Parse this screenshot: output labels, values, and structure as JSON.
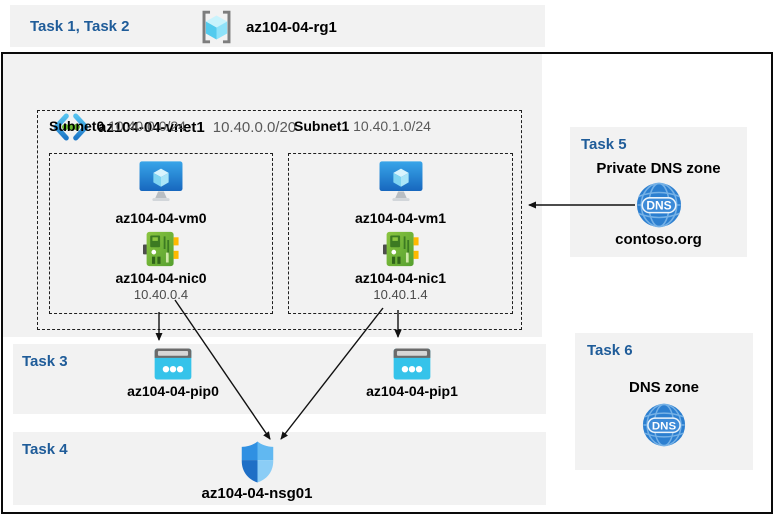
{
  "colors": {
    "accent_blue": "#1F5C99",
    "panel_gray": "#F2F2F2",
    "arrow_black": "#111111",
    "cyan_icon": "#35C3EA",
    "green_nic": "#6FB53A",
    "dns_blue": "#2C7FD0"
  },
  "header": {
    "tasks_label": "Task 1, Task 2",
    "resource_group": "az104-04-rg1"
  },
  "vnet": {
    "name": "az104-04-vnet1",
    "cidr": "10.40.0.0/20",
    "subnets": [
      {
        "name": "Subnet0",
        "cidr": "10.40.0.0/24",
        "vm": "az104-04-vm0",
        "nic": "az104-04-nic0",
        "nic_ip": "10.40.0.4"
      },
      {
        "name": "Subnet1",
        "cidr": "10.40.1.0/24",
        "vm": "az104-04-vm1",
        "nic": "az104-04-nic1",
        "nic_ip": "10.40.1.4"
      }
    ]
  },
  "task3": {
    "label": "Task 3",
    "pip0": "az104-04-pip0",
    "pip1": "az104-04-pip1"
  },
  "task4": {
    "label": "Task 4",
    "nsg": "az104-04-nsg01"
  },
  "task5": {
    "label": "Task 5",
    "title": "Private DNS zone",
    "zone_name": "contoso.org"
  },
  "task6": {
    "label": "Task 6",
    "title": "DNS zone"
  },
  "icons": {
    "dns_text": "DNS",
    "resource_group": "resource-group-icon",
    "virtual_network": "vnet-icon",
    "virtual_machine": "vm-icon",
    "network_interface": "nic-icon",
    "public_ip": "public-ip-icon",
    "nsg": "shield-icon",
    "dns": "dns-globe-icon"
  }
}
